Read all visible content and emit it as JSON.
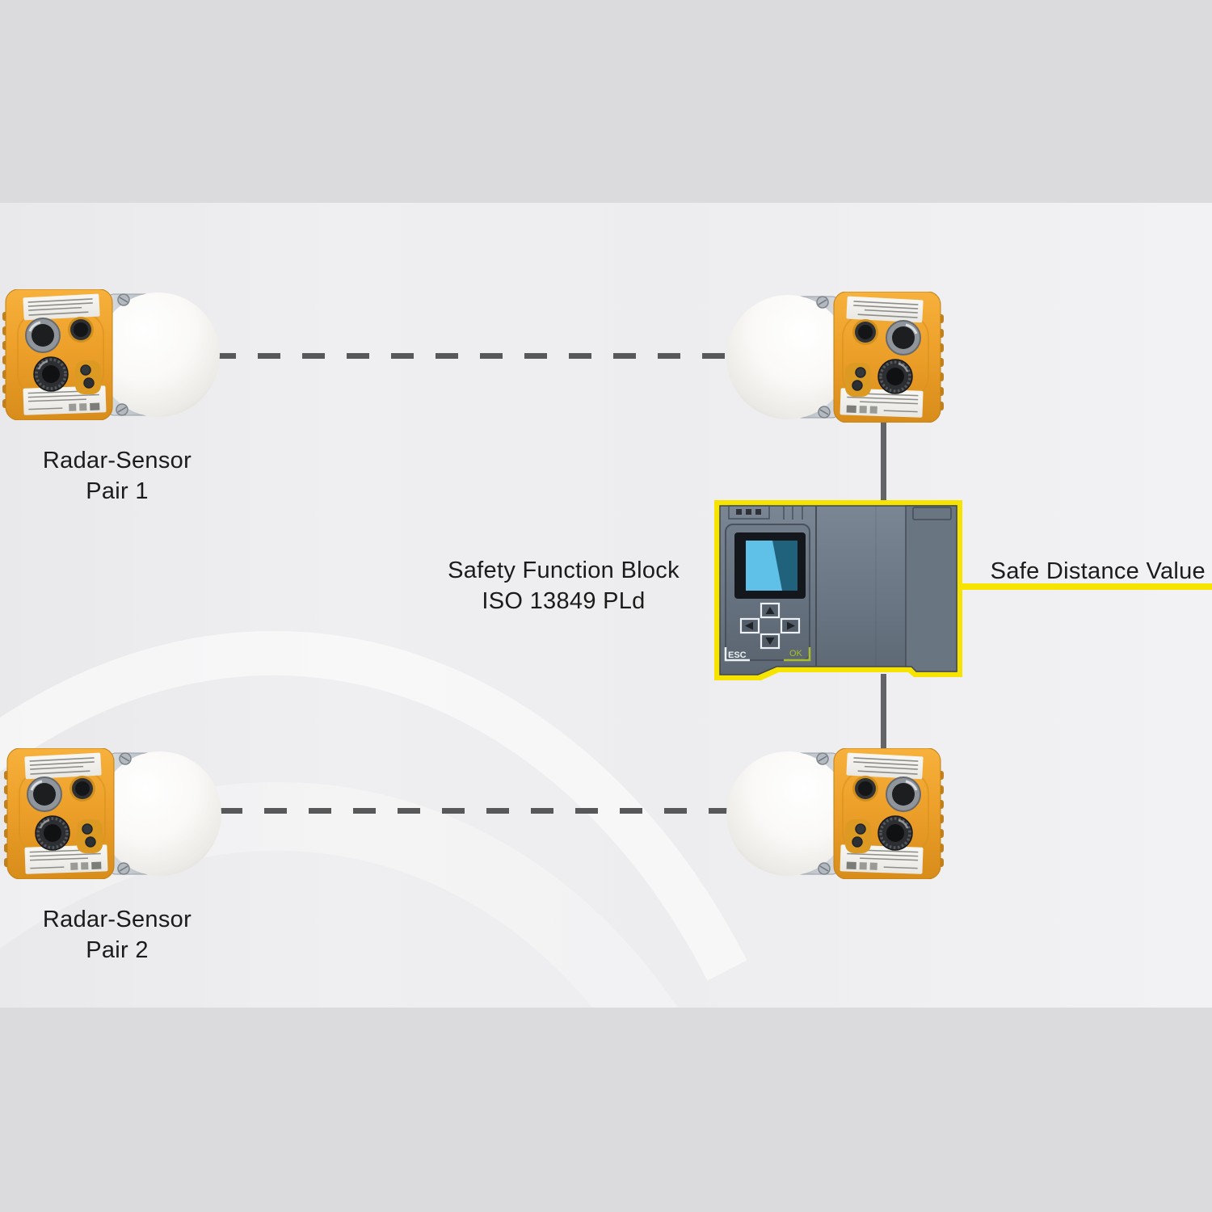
{
  "labels": {
    "pair1": {
      "line1": "Radar-Sensor",
      "line2": "Pair 1"
    },
    "pair2": {
      "line1": "Radar-Sensor",
      "line2": "Pair 2"
    },
    "safety_block": {
      "line1": "Safety Function Block",
      "line2": "ISO 13849 PLd"
    },
    "safe_distance": "Safe Distance Value"
  },
  "plc": {
    "esc": "ESC",
    "ok": "OK"
  },
  "colors": {
    "accent_yellow": "#f6e400",
    "sensor_orange": "#efa127",
    "sensor_plate_gray": "#c7ccd2",
    "dome_white": "#f4f3f1",
    "plc_body_gray": "#6f7b8a",
    "screen_blue": "#5fc0e8",
    "screen_teal": "#20627b",
    "ok_green": "#a9bd2a",
    "connector_gray": "#636467",
    "dash_gray": "#57585a",
    "band_gray": "#dbdbdd",
    "content_background": "#efeff1",
    "text_black": "#1b1b1b"
  }
}
